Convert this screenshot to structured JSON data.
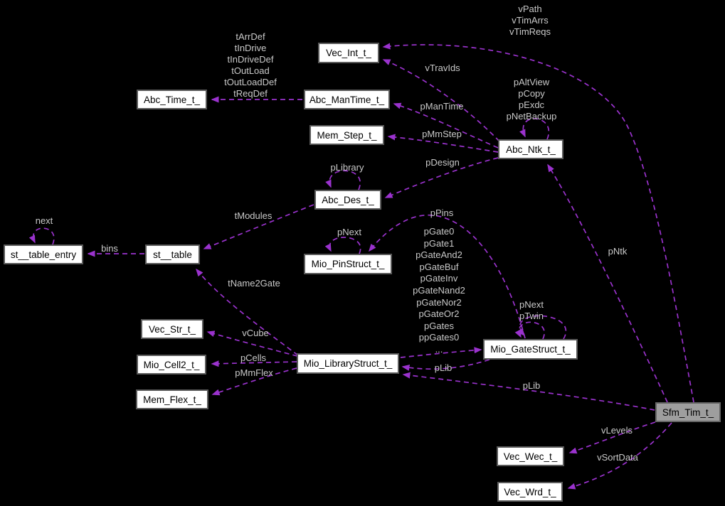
{
  "diagram": {
    "type": "doxygen-collaboration-graph",
    "colors": {
      "background": "#000000",
      "edge": "#9a32cd",
      "edge_label": "#c9c9c9",
      "node_bg": "#ffffff",
      "node_border": "#5a5a5a",
      "node_text": "#000000",
      "highlight_node_bg": "#9e9e9e"
    },
    "nodes": [
      {
        "id": "vec_int",
        "label": "Vec_Int_t_",
        "highlighted": false
      },
      {
        "id": "abc_time",
        "label": "Abc_Time_t_",
        "highlighted": false
      },
      {
        "id": "abc_mantime",
        "label": "Abc_ManTime_t_",
        "highlighted": false
      },
      {
        "id": "mem_step",
        "label": "Mem_Step_t_",
        "highlighted": false
      },
      {
        "id": "abc_ntk",
        "label": "Abc_Ntk_t_",
        "highlighted": false
      },
      {
        "id": "abc_des",
        "label": "Abc_Des_t_",
        "highlighted": false
      },
      {
        "id": "st_table_entry",
        "label": "st__table_entry",
        "highlighted": false
      },
      {
        "id": "st_table",
        "label": "st__table",
        "highlighted": false
      },
      {
        "id": "mio_pin",
        "label": "Mio_PinStruct_t_",
        "highlighted": false
      },
      {
        "id": "vec_str",
        "label": "Vec_Str_t_",
        "highlighted": false
      },
      {
        "id": "mio_cell2",
        "label": "Mio_Cell2_t_",
        "highlighted": false
      },
      {
        "id": "mem_flex",
        "label": "Mem_Flex_t_",
        "highlighted": false
      },
      {
        "id": "mio_library",
        "label": "Mio_LibraryStruct_t_",
        "highlighted": false
      },
      {
        "id": "mio_gate",
        "label": "Mio_GateStruct_t_",
        "highlighted": false
      },
      {
        "id": "sfm_tim",
        "label": "Sfm_Tim_t_",
        "highlighted": true
      },
      {
        "id": "vec_wec",
        "label": "Vec_Wec_t_",
        "highlighted": false
      },
      {
        "id": "vec_wrd",
        "label": "Vec_Wrd_t_",
        "highlighted": false
      }
    ],
    "edges": [
      {
        "id": "tarr",
        "from": "abc_mantime",
        "to": "abc_time",
        "labels": [
          "tArrDef",
          "tInDrive",
          "tInDriveDef",
          "tOutLoad",
          "tOutLoadDef",
          "tReqDef"
        ]
      },
      {
        "id": "vpath",
        "from": "sfm_tim",
        "to": "vec_int",
        "labels": [
          "vPath",
          "vTimArrs",
          "vTimReqs"
        ]
      },
      {
        "id": "vtrav",
        "from": "abc_ntk",
        "to": "vec_int",
        "labels": [
          "vTravIds"
        ]
      },
      {
        "id": "pmantime",
        "from": "abc_ntk",
        "to": "abc_mantime",
        "labels": [
          "pManTime"
        ]
      },
      {
        "id": "pmmstep",
        "from": "abc_ntk",
        "to": "mem_step",
        "labels": [
          "pMmStep"
        ]
      },
      {
        "id": "pdesign",
        "from": "abc_ntk",
        "to": "abc_des",
        "labels": [
          "pDesign"
        ]
      },
      {
        "id": "ntkloop",
        "from": "abc_ntk",
        "to": "abc_ntk",
        "labels": [
          "pAltView",
          "pCopy",
          "pExdc",
          "pNetBackup"
        ]
      },
      {
        "id": "pntk",
        "from": "sfm_tim",
        "to": "abc_ntk",
        "labels": [
          "pNtk"
        ]
      },
      {
        "id": "plibrary",
        "from": "abc_des",
        "to": "abc_des",
        "labels": [
          "pLibrary"
        ]
      },
      {
        "id": "tmodules",
        "from": "abc_des",
        "to": "st_table",
        "labels": [
          "tModules"
        ]
      },
      {
        "id": "bins",
        "from": "st_table",
        "to": "st_table_entry",
        "labels": [
          "bins"
        ]
      },
      {
        "id": "next",
        "from": "st_table_entry",
        "to": "st_table_entry",
        "labels": [
          "next"
        ]
      },
      {
        "id": "tname2gate",
        "from": "mio_library",
        "to": "st_table",
        "labels": [
          "tName2Gate"
        ]
      },
      {
        "id": "pnextpin",
        "from": "mio_pin",
        "to": "mio_pin",
        "labels": [
          "pNext"
        ]
      },
      {
        "id": "ppins",
        "from": "mio_gate",
        "to": "mio_pin",
        "labels": [
          "pPins"
        ]
      },
      {
        "id": "pgates",
        "from": "mio_library",
        "to": "mio_gate",
        "labels": [
          "pGate0",
          "pGate1",
          "pGateAnd2",
          "pGateBuf",
          "pGateInv",
          "pGateNand2",
          "pGateNor2",
          "pGateOr2",
          "pGates",
          "ppGates0",
          "..."
        ]
      },
      {
        "id": "gateloop",
        "from": "mio_gate",
        "to": "mio_gate",
        "labels": [
          "pNext",
          "pTwin"
        ]
      },
      {
        "id": "plibgate",
        "from": "mio_gate",
        "to": "mio_library",
        "labels": [
          "pLib"
        ]
      },
      {
        "id": "plibsfm",
        "from": "sfm_tim",
        "to": "mio_library",
        "labels": [
          "pLib"
        ]
      },
      {
        "id": "vcube",
        "from": "mio_library",
        "to": "vec_str",
        "labels": [
          "vCube"
        ]
      },
      {
        "id": "pcells",
        "from": "mio_library",
        "to": "mio_cell2",
        "labels": [
          "pCells"
        ]
      },
      {
        "id": "pmmflex",
        "from": "mio_library",
        "to": "mem_flex",
        "labels": [
          "pMmFlex"
        ]
      },
      {
        "id": "vlevels",
        "from": "sfm_tim",
        "to": "vec_wec",
        "labels": [
          "vLevels"
        ]
      },
      {
        "id": "vsortdata",
        "from": "sfm_tim",
        "to": "vec_wrd",
        "labels": [
          "vSortData"
        ]
      }
    ]
  }
}
